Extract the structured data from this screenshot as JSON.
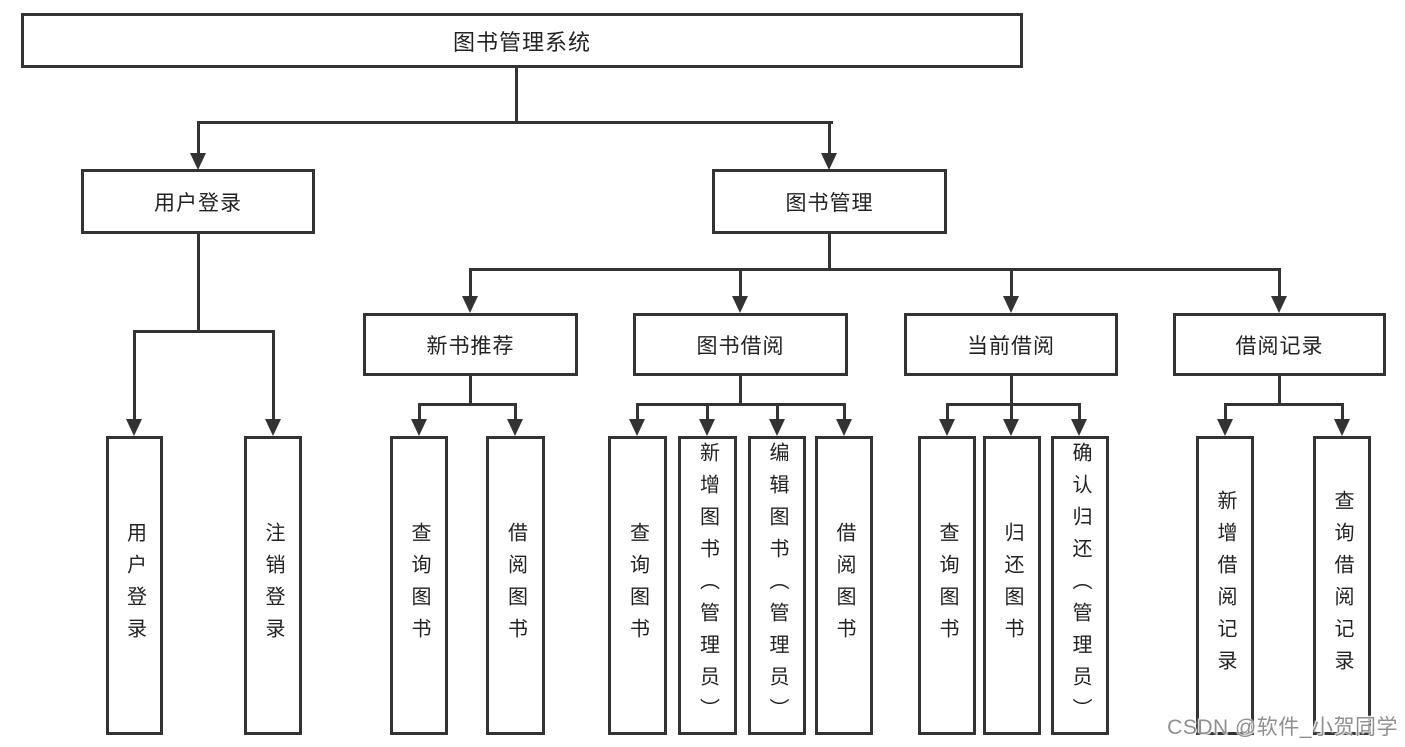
{
  "diagram": {
    "root": {
      "label": "图书管理系统"
    },
    "level1": [
      {
        "label": "用户登录"
      },
      {
        "label": "图书管理"
      }
    ],
    "level2": [
      {
        "label": "新书推荐"
      },
      {
        "label": "图书借阅"
      },
      {
        "label": "当前借阅"
      },
      {
        "label": "借阅记录"
      }
    ],
    "leaves": {
      "user": [
        "用户登录",
        "注销登录"
      ],
      "recommend": [
        "查询图书",
        "借阅图书"
      ],
      "borrow": [
        "查询图书",
        "新增图书（管理员）",
        "编辑图书（管理员）",
        "借阅图书"
      ],
      "current": [
        "查询图书",
        "归还图书",
        "确认归还（管理员）"
      ],
      "records": [
        "新增借阅记录",
        "查询借阅记录"
      ]
    }
  },
  "watermark": {
    "text": "CSDN @软件_小贺同学",
    "color": "#8f8f8f"
  },
  "colors": {
    "line": "#333333",
    "text": "#222222",
    "background": "#ffffff"
  }
}
